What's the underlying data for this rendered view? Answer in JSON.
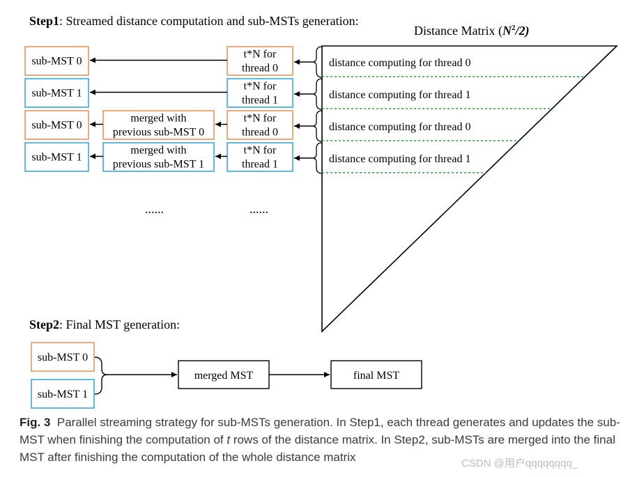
{
  "step1": {
    "title_bold": "Step1",
    "title_rest": ": Streamed distance computation and sub-MSTs generation:",
    "matrix_label_prefix": "Distance Matrix (",
    "matrix_label_n": "N",
    "matrix_label_exp": "2",
    "matrix_label_suffix": "/2)",
    "rows": [
      {
        "mst": "sub-MST 0",
        "merge": null,
        "task_line1": "t*N for",
        "task_line2": "thread 0",
        "compute": "distance computing for thread 0",
        "thread": 0
      },
      {
        "mst": "sub-MST 1",
        "merge": null,
        "task_line1": "t*N for",
        "task_line2": "thread 1",
        "compute": "distance computing for thread 1",
        "thread": 1
      },
      {
        "mst": "sub-MST 0",
        "merge": [
          "merged with",
          "previous sub-MST 0"
        ],
        "task_line1": "t*N for",
        "task_line2": "thread 0",
        "compute": "distance computing for thread 0",
        "thread": 0
      },
      {
        "mst": "sub-MST 1",
        "merge": [
          "merged with",
          "previous sub-MST 1"
        ],
        "task_line1": "t*N for",
        "task_line2": "thread 1",
        "compute": "distance computing for thread 1",
        "thread": 1
      }
    ],
    "ellipsis": "......"
  },
  "step2": {
    "title_bold": "Step2",
    "title_rest": ": Final MST generation:",
    "inputs": [
      "sub-MST 0",
      "sub-MST 1"
    ],
    "merged": "merged MST",
    "final": "final MST"
  },
  "colors": {
    "thread0": "#e8955a",
    "thread1": "#3aa6d8",
    "separator": "#2e9e3e",
    "line": "#000000"
  },
  "caption": {
    "label": "Fig. 3",
    "pre_t": "Parallel streaming strategy for sub-MSTs generation. In Step1, each thread generates and updates the sub-MST when finishing the computation of ",
    "t": "t",
    "post_t": " rows of the distance matrix. In Step2, sub-MSTs are merged into the final MST after finishing the computation of the whole distance matrix"
  },
  "watermark": "CSDN @用户qqqqqqqq_"
}
